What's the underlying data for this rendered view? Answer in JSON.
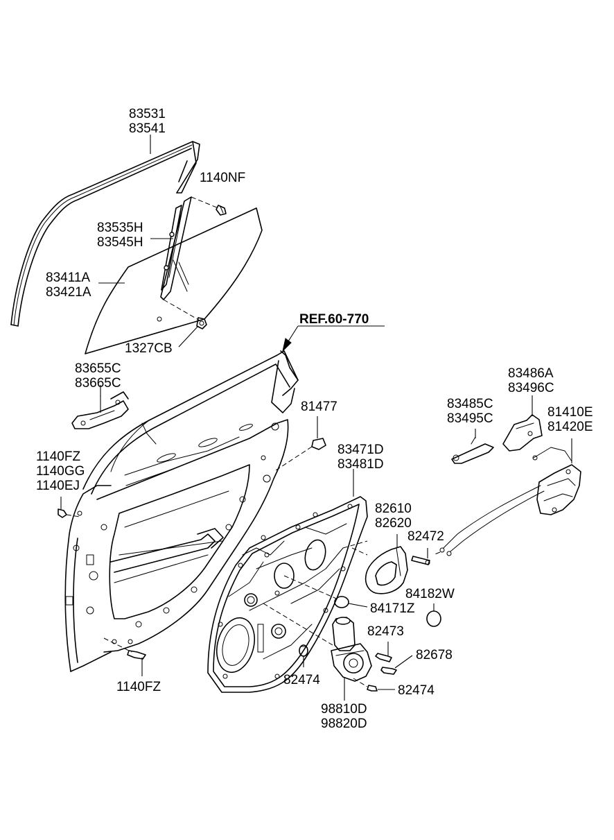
{
  "labels": {
    "window_frame_trim": [
      "83531",
      "83541"
    ],
    "channel_bolt": "1140NF",
    "glass_run_channel": [
      "83535H",
      "83545H"
    ],
    "door_glass": [
      "83411A",
      "83421A"
    ],
    "glass_bolt": "1327CB",
    "reference": "REF.60-770",
    "outside_handle": [
      "83655C",
      "83665C"
    ],
    "grommet": "81477",
    "hinge_bolts": [
      "1140FZ",
      "1140GG",
      "1140EJ"
    ],
    "module_panel": [
      "83471D",
      "83481D"
    ],
    "lower_bolt": "1140FZ",
    "inside_handle": [
      "82610",
      "82620"
    ],
    "handle_screw": "82472",
    "lock_rod": [
      "83485C",
      "83495C"
    ],
    "lock_knob": [
      "83486A",
      "83496C"
    ],
    "door_latch": [
      "81410E",
      "81420E"
    ],
    "plug_large": "84182W",
    "plug_small": "84171Z",
    "regulator_screw": "82473",
    "regulator_bolt": "82678",
    "grommet_small": "82474",
    "regulator_bolt_lower": "82474",
    "window_motor": [
      "98810D",
      "98820D"
    ]
  }
}
